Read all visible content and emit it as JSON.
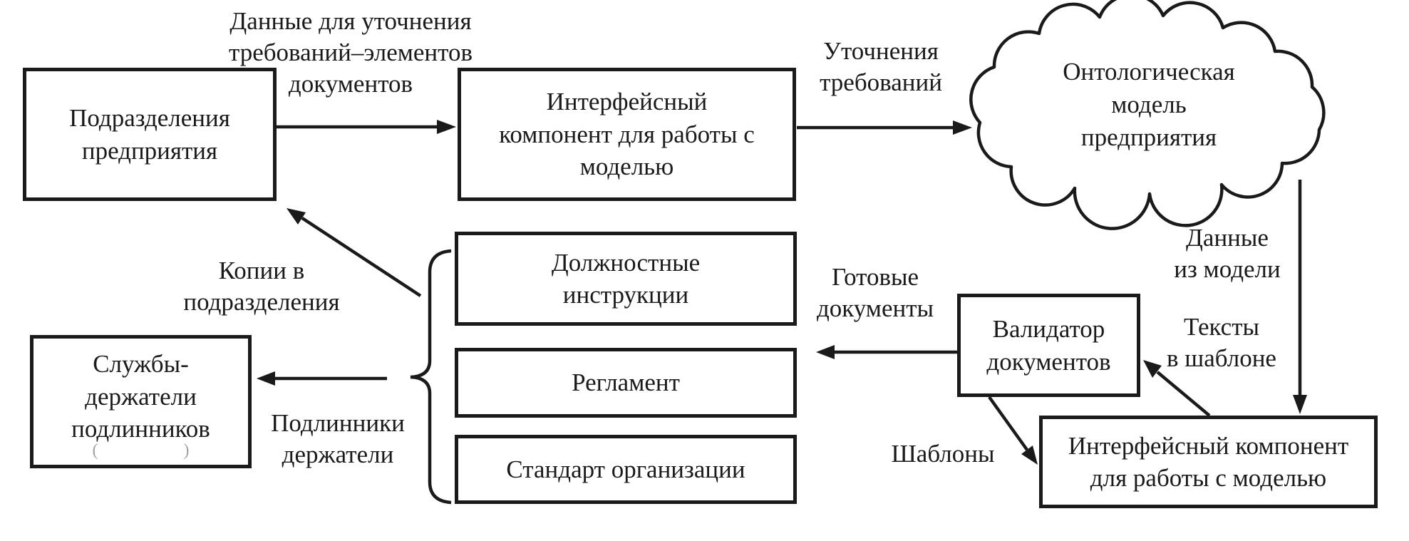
{
  "diagram": {
    "title": "Document generation workflow with ontological enterprise model",
    "colors": {
      "ink": "#1a1a1a",
      "background": "#ffffff"
    },
    "nodes": {
      "podrazdeleniya": {
        "label": "Подразделения\nпредприятия"
      },
      "interface_top": {
        "label": "Интерфейсный\nкомпонент для работы с\nмоделью"
      },
      "ontology_cloud": {
        "label": "Онтологическая\nмодель\nпредприятия"
      },
      "dolzhnostnye": {
        "label": "Должностные\nинструкции"
      },
      "reglament": {
        "label": "Регламент"
      },
      "standart": {
        "label": "Стандарт организации"
      },
      "validator": {
        "label": "Валидатор\nдокументов"
      },
      "interface_bottom": {
        "label": "Интерфейсный компонент\nдля работы с моделью"
      },
      "sluzhby": {
        "label": "Службы-\nдержатели\nподлинников",
        "faint_mark_left": "(",
        "faint_mark_right": ")"
      }
    },
    "edge_labels": {
      "dannye_dlya_utochneniya": "Данные для уточнения\nтребований–элементов\nдокументов",
      "utochneniya_trebovaniy": "Уточнения\nтребований",
      "dannye_iz_modeli": "Данные\nиз модели",
      "teksty_v_shablone": "Тексты\nв шаблоне",
      "gotovye_dokumenty": "Готовые\nдокументы",
      "shablony": "Шаблоны",
      "kopii_v_podrazdeleniya": "Копии в\nподразделения",
      "podlinniki_derzhateli": "Подлинники\nдержатели"
    }
  }
}
